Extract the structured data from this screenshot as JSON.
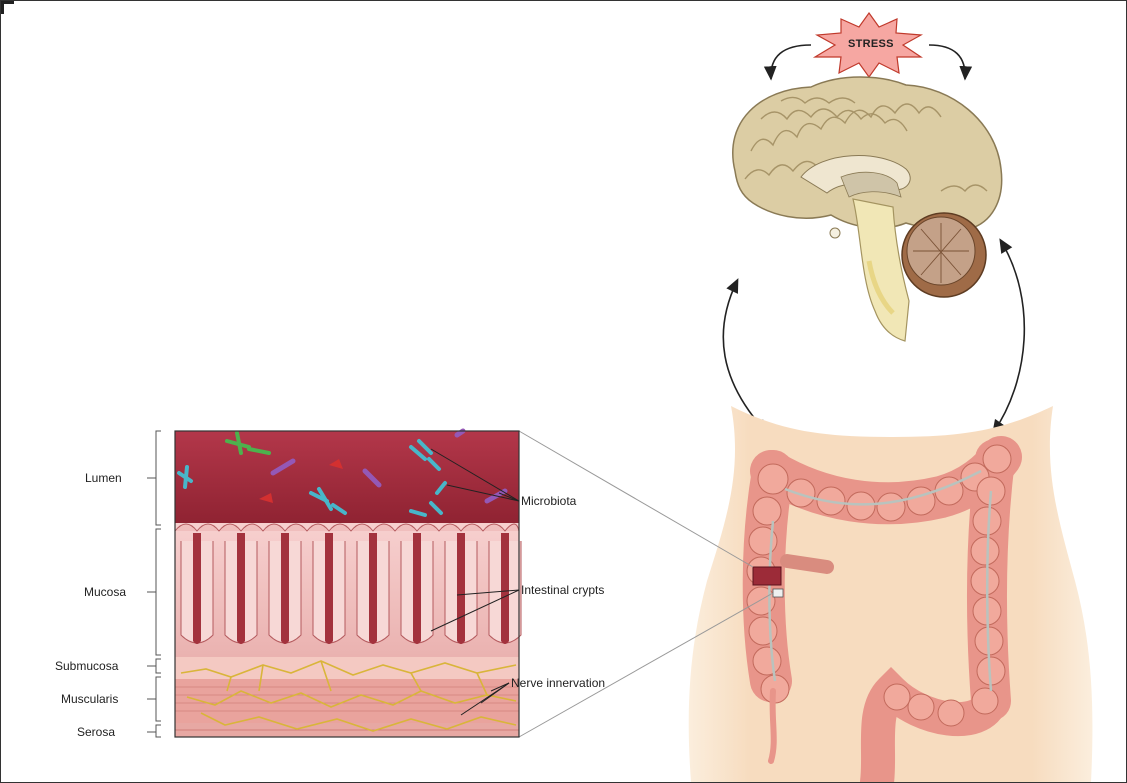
{
  "stress_label": "STRESS",
  "layers": {
    "lumen": "Lumen",
    "mucosa": "Mucosa",
    "submucosa": "Submucosa",
    "muscularis": "Muscularis",
    "serosa": "Serosa"
  },
  "callouts": {
    "microbiota": "Microbiota",
    "crypts": "Intestinal crypts",
    "nerve": "Nerve innervation"
  },
  "colors": {
    "lumen": "#a02b3a",
    "mucosa": "#f2c6c6",
    "crypt": "#a3323d",
    "nerve": "#d9b53a",
    "colon": "#e89a8d",
    "skin": "#f7dfc3",
    "brain": "#d8c9a0",
    "cerebellum": "#9c6a45",
    "stress_star": "#f4a3a0"
  }
}
